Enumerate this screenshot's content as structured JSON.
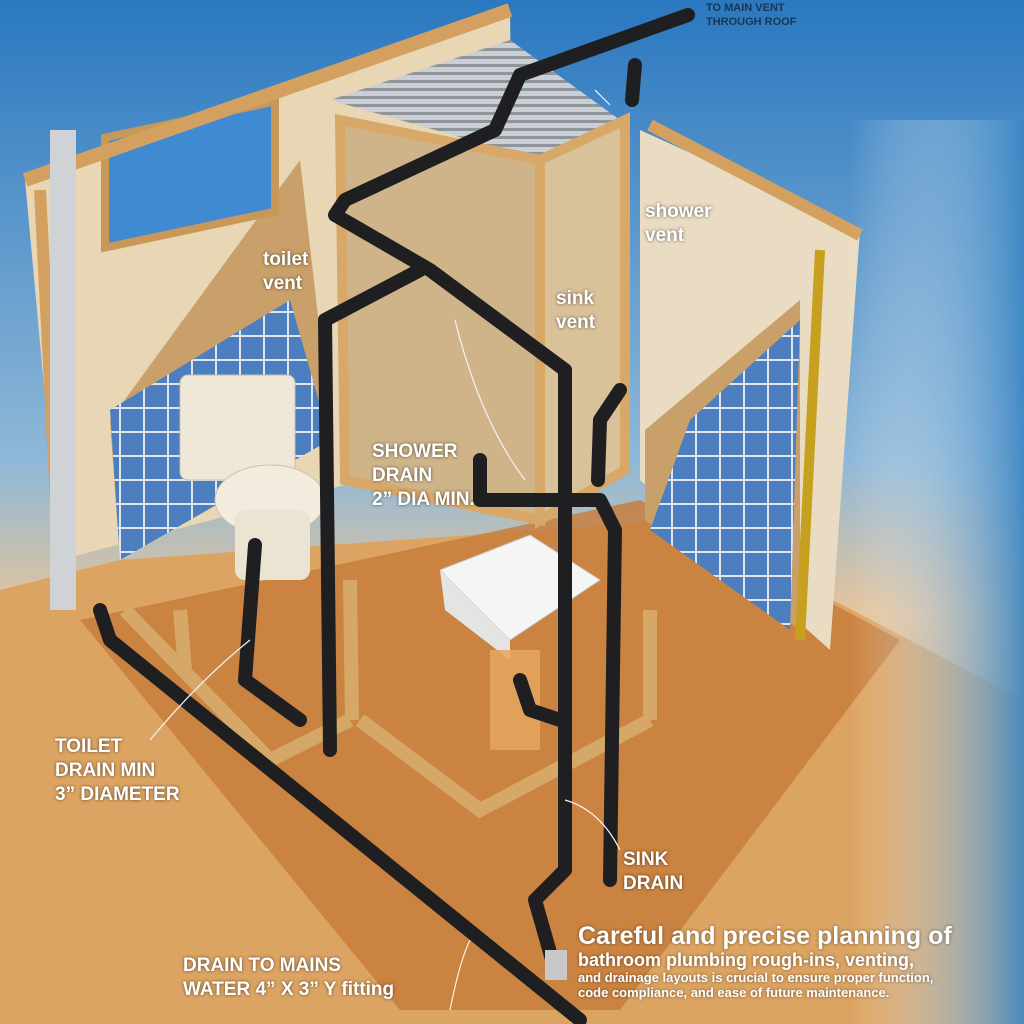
{
  "labels": {
    "main_vent": [
      "TO MAIN VENT",
      "THROUGH ROOF"
    ],
    "toilet_vent": [
      "toilet",
      "vent"
    ],
    "shower_vent": [
      "shower",
      "vent"
    ],
    "sink_vent": [
      "sink",
      "vent"
    ],
    "shower_drain": [
      "SHOWER",
      "DRAIN",
      "2” DIA MIN."
    ],
    "toilet_drain": [
      "TOILET",
      "DRAIN  MIN",
      "3” DIAMETER"
    ],
    "sink_drain": [
      "SINK",
      "DRAIN"
    ],
    "main_drain": [
      "DRAIN TO MAINS",
      "WATER 4”  X 3” Y fitting"
    ]
  },
  "caption": {
    "line1": "Careful and precise planning of",
    "line2": "bathroom plumbing rough-ins, venting,",
    "line3": "and drainage layouts is crucial to ensure proper function,",
    "line4": "code compliance, and ease of future maintenance."
  },
  "colors": {
    "sky": "#2f86c8",
    "floor": "#d99a4e",
    "pipe": "#1f1f22",
    "tile": "#4d7fc0",
    "wood": "#d8a868"
  }
}
